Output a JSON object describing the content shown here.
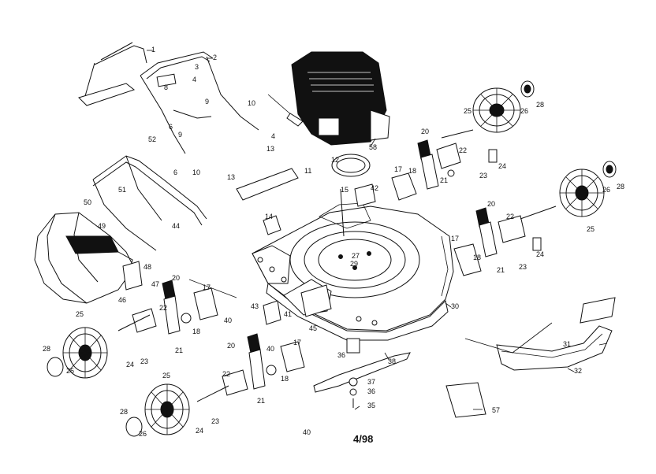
{
  "labels": {
    "handle_upper": "1",
    "handle_top": "2",
    "knob_3": "3",
    "bolt_4a": "4",
    "bolt_4b": "4",
    "cable_8": "8",
    "clip_9a": "9",
    "clip_9b": "9",
    "spring_6a": "6",
    "spring_6b": "6",
    "pin_10a": "10",
    "pin_10b": "10",
    "bracket_11": "11",
    "ring_12": "12",
    "bolt_13a": "13",
    "bolt_13b": "13",
    "clip_14": "14",
    "rod_15": "15",
    "plate_17a": "17",
    "plate_17b": "17",
    "plate_17c": "17",
    "plate_17d": "17",
    "washer_18a": "18",
    "washer_18b": "18",
    "washer_18c": "18",
    "washer_18d": "18",
    "lever_20a": "20",
    "lever_20b": "20",
    "lever_20c": "20",
    "lever_20d": "20",
    "spring_21a": "21",
    "spring_21b": "21",
    "spring_21c": "21",
    "spring_21d": "21",
    "axle_22a": "22",
    "axle_22b": "22",
    "axle_22c": "22",
    "axle_22d": "22",
    "nut_23a": "23",
    "nut_23b": "23",
    "nut_23c": "23",
    "nut_23d": "23",
    "bolt_24a": "24",
    "bolt_24b": "24",
    "bolt_24c": "24",
    "bolt_24d": "24",
    "wheel_25a": "25",
    "wheel_25b": "25",
    "wheel_25c": "25",
    "wheel_25d": "25",
    "cap_26a": "26",
    "cap_26b": "26",
    "cap_26c": "26",
    "cap_26d": "26",
    "bolt_27": "27",
    "hubcap_28a": "28",
    "hubcap_28b": "28",
    "hubcap_28c": "28",
    "hubcap_28d": "28",
    "screw_29": "29",
    "deck_30": "30",
    "skirt_31": "31",
    "screw_32": "32",
    "blade_35": "35",
    "adapter_36a": "36",
    "adapter_36b": "36",
    "washer_37": "37",
    "blade_38": "38",
    "screw_40a": "40",
    "screw_40b": "40",
    "screw_40c": "40",
    "bracket_41": "41",
    "bracket_42": "42",
    "nut_43": "43",
    "bolt_44": "44",
    "door_45": "45",
    "hinge_46": "46",
    "rod_47": "47",
    "plate_48": "48",
    "bag_49": "49",
    "frame_50": "50",
    "frame_51": "51",
    "clip_52": "52",
    "cover_57": "57",
    "engine_58": "58"
  },
  "footer": {
    "date_code": "4/98"
  }
}
